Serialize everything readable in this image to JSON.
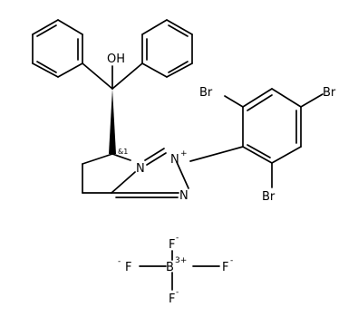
{
  "molecule": {
    "labels": {
      "oh": "OH",
      "n_bridge": "N",
      "n_plus": "N",
      "n_plus_charge": "+",
      "n_bottom": "N",
      "br_top_left": "Br",
      "br_top_right": "Br",
      "br_bottom": "Br",
      "stereo": "&1"
    }
  },
  "counterion": {
    "labels": {
      "f_top": "F",
      "f_top_charge": "-",
      "f_left_charge": "-",
      "f_left": "F",
      "b": "B",
      "b_charge": "3+",
      "f_right": "F",
      "f_right_charge": "-",
      "f_bottom": "F",
      "f_bottom_charge": "-"
    }
  },
  "colors": {
    "ink": "#000000",
    "background": "#ffffff"
  }
}
